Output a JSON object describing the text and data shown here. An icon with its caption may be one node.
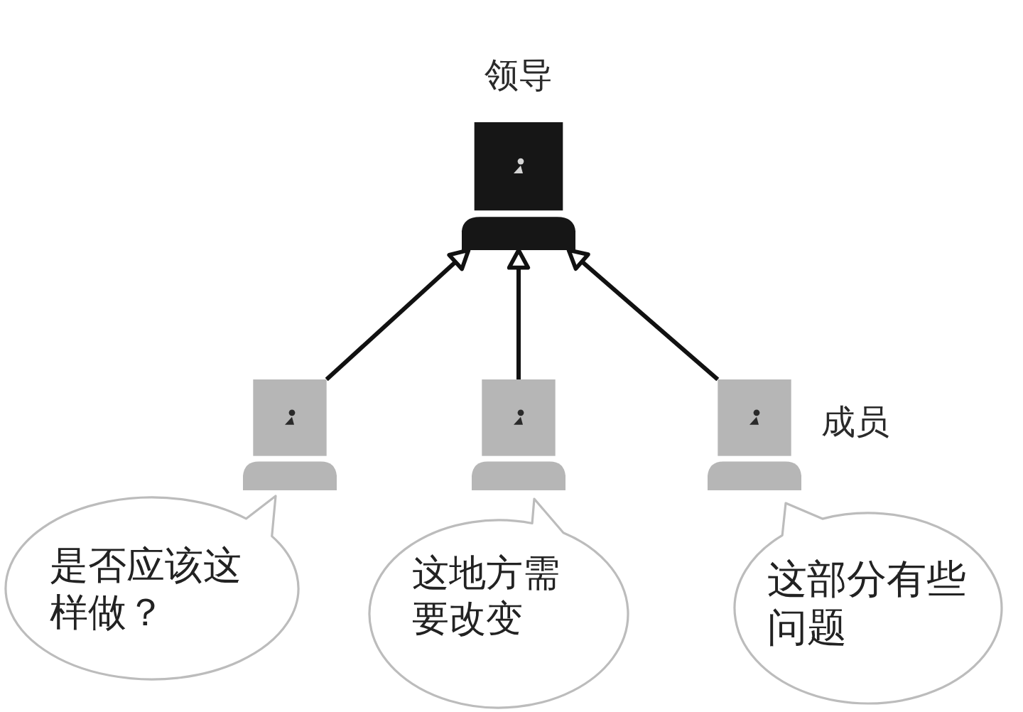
{
  "diagram": {
    "nodes": [
      {
        "text": [
          "领导"
        ]
      },
      {
        "text": [],
        "shape": "picture"
      },
      {
        "text": [],
        "shape": "picture"
      },
      {
        "text": [],
        "shape": "picture",
        "beside": [
          "成员"
        ]
      },
      {
        "text": [
          "是否应该这样做？"
        ]
      },
      {
        "text": [
          "这地方需要改变"
        ]
      },
      {
        "text": [
          "这部分有些问题"
        ]
      }
    ],
    "edges": [
      {
        "from": 1,
        "to": 0,
        "arrow": "to"
      },
      {
        "from": 2,
        "to": 0,
        "arrow": "to"
      },
      {
        "from": 3,
        "to": 0,
        "arrow": "to"
      }
    ]
  }
}
